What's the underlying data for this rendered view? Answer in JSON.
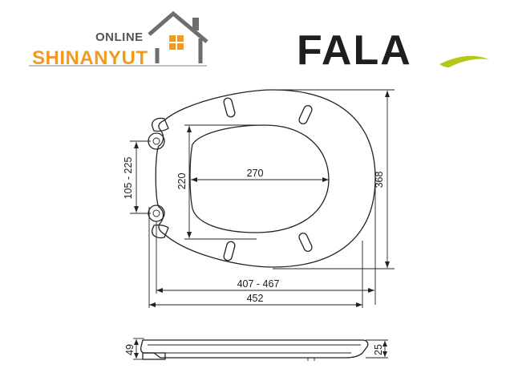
{
  "logo_left": {
    "line1": "ONLINE",
    "line2": "SHINANYUT",
    "accent_color": "#f29a1f",
    "house_color": "#6e6e6e"
  },
  "logo_right": {
    "text": "FALA",
    "swoosh_color": "#b5c81a"
  },
  "dimensions": {
    "hinge_spacing": "105 - 225",
    "inner_width": "270",
    "inner_height": "220",
    "outer_height": "368",
    "fixing_to_front": "407 - 467",
    "total_length": "452",
    "side_height": "49",
    "side_thickness": "25"
  }
}
